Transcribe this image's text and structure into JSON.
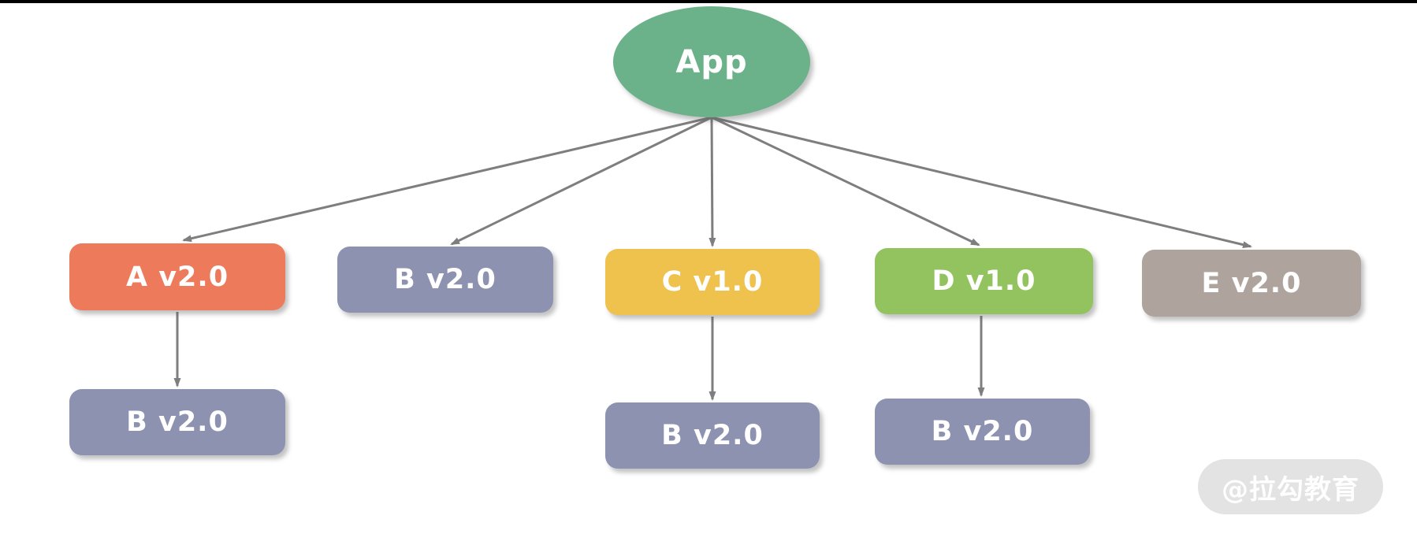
{
  "diagram": {
    "root": {
      "label": "App",
      "color": "#6BB18A"
    },
    "dependencies": [
      {
        "label": "A v2.0",
        "color": "#ED7B5B"
      },
      {
        "label": "B v2.0",
        "color": "#8D92B0"
      },
      {
        "label": "C v1.0",
        "color": "#EFC14D"
      },
      {
        "label": "D v1.0",
        "color": "#92C35E"
      },
      {
        "label": "E v2.0",
        "color": "#AEA49D"
      }
    ],
    "transitive": [
      {
        "parent": "A v2.0",
        "label": "B v2.0",
        "color": "#8D92B0"
      },
      {
        "parent": "C v1.0",
        "label": "B v2.0",
        "color": "#8D92B0"
      },
      {
        "parent": "D v1.0",
        "label": "B v2.0",
        "color": "#8D92B0"
      }
    ],
    "edges": [
      {
        "from": "App",
        "to": "A v2.0"
      },
      {
        "from": "App",
        "to": "B v2.0"
      },
      {
        "from": "App",
        "to": "C v1.0"
      },
      {
        "from": "App",
        "to": "D v1.0"
      },
      {
        "from": "App",
        "to": "E v2.0"
      },
      {
        "from": "A v2.0",
        "to": "B v2.0"
      },
      {
        "from": "C v1.0",
        "to": "B v2.0"
      },
      {
        "from": "D v1.0",
        "to": "B v2.0"
      }
    ],
    "arrow_color": "#7E7E7E",
    "watermark": {
      "text": "@拉勾教育",
      "background": "#E3E3E3"
    }
  }
}
